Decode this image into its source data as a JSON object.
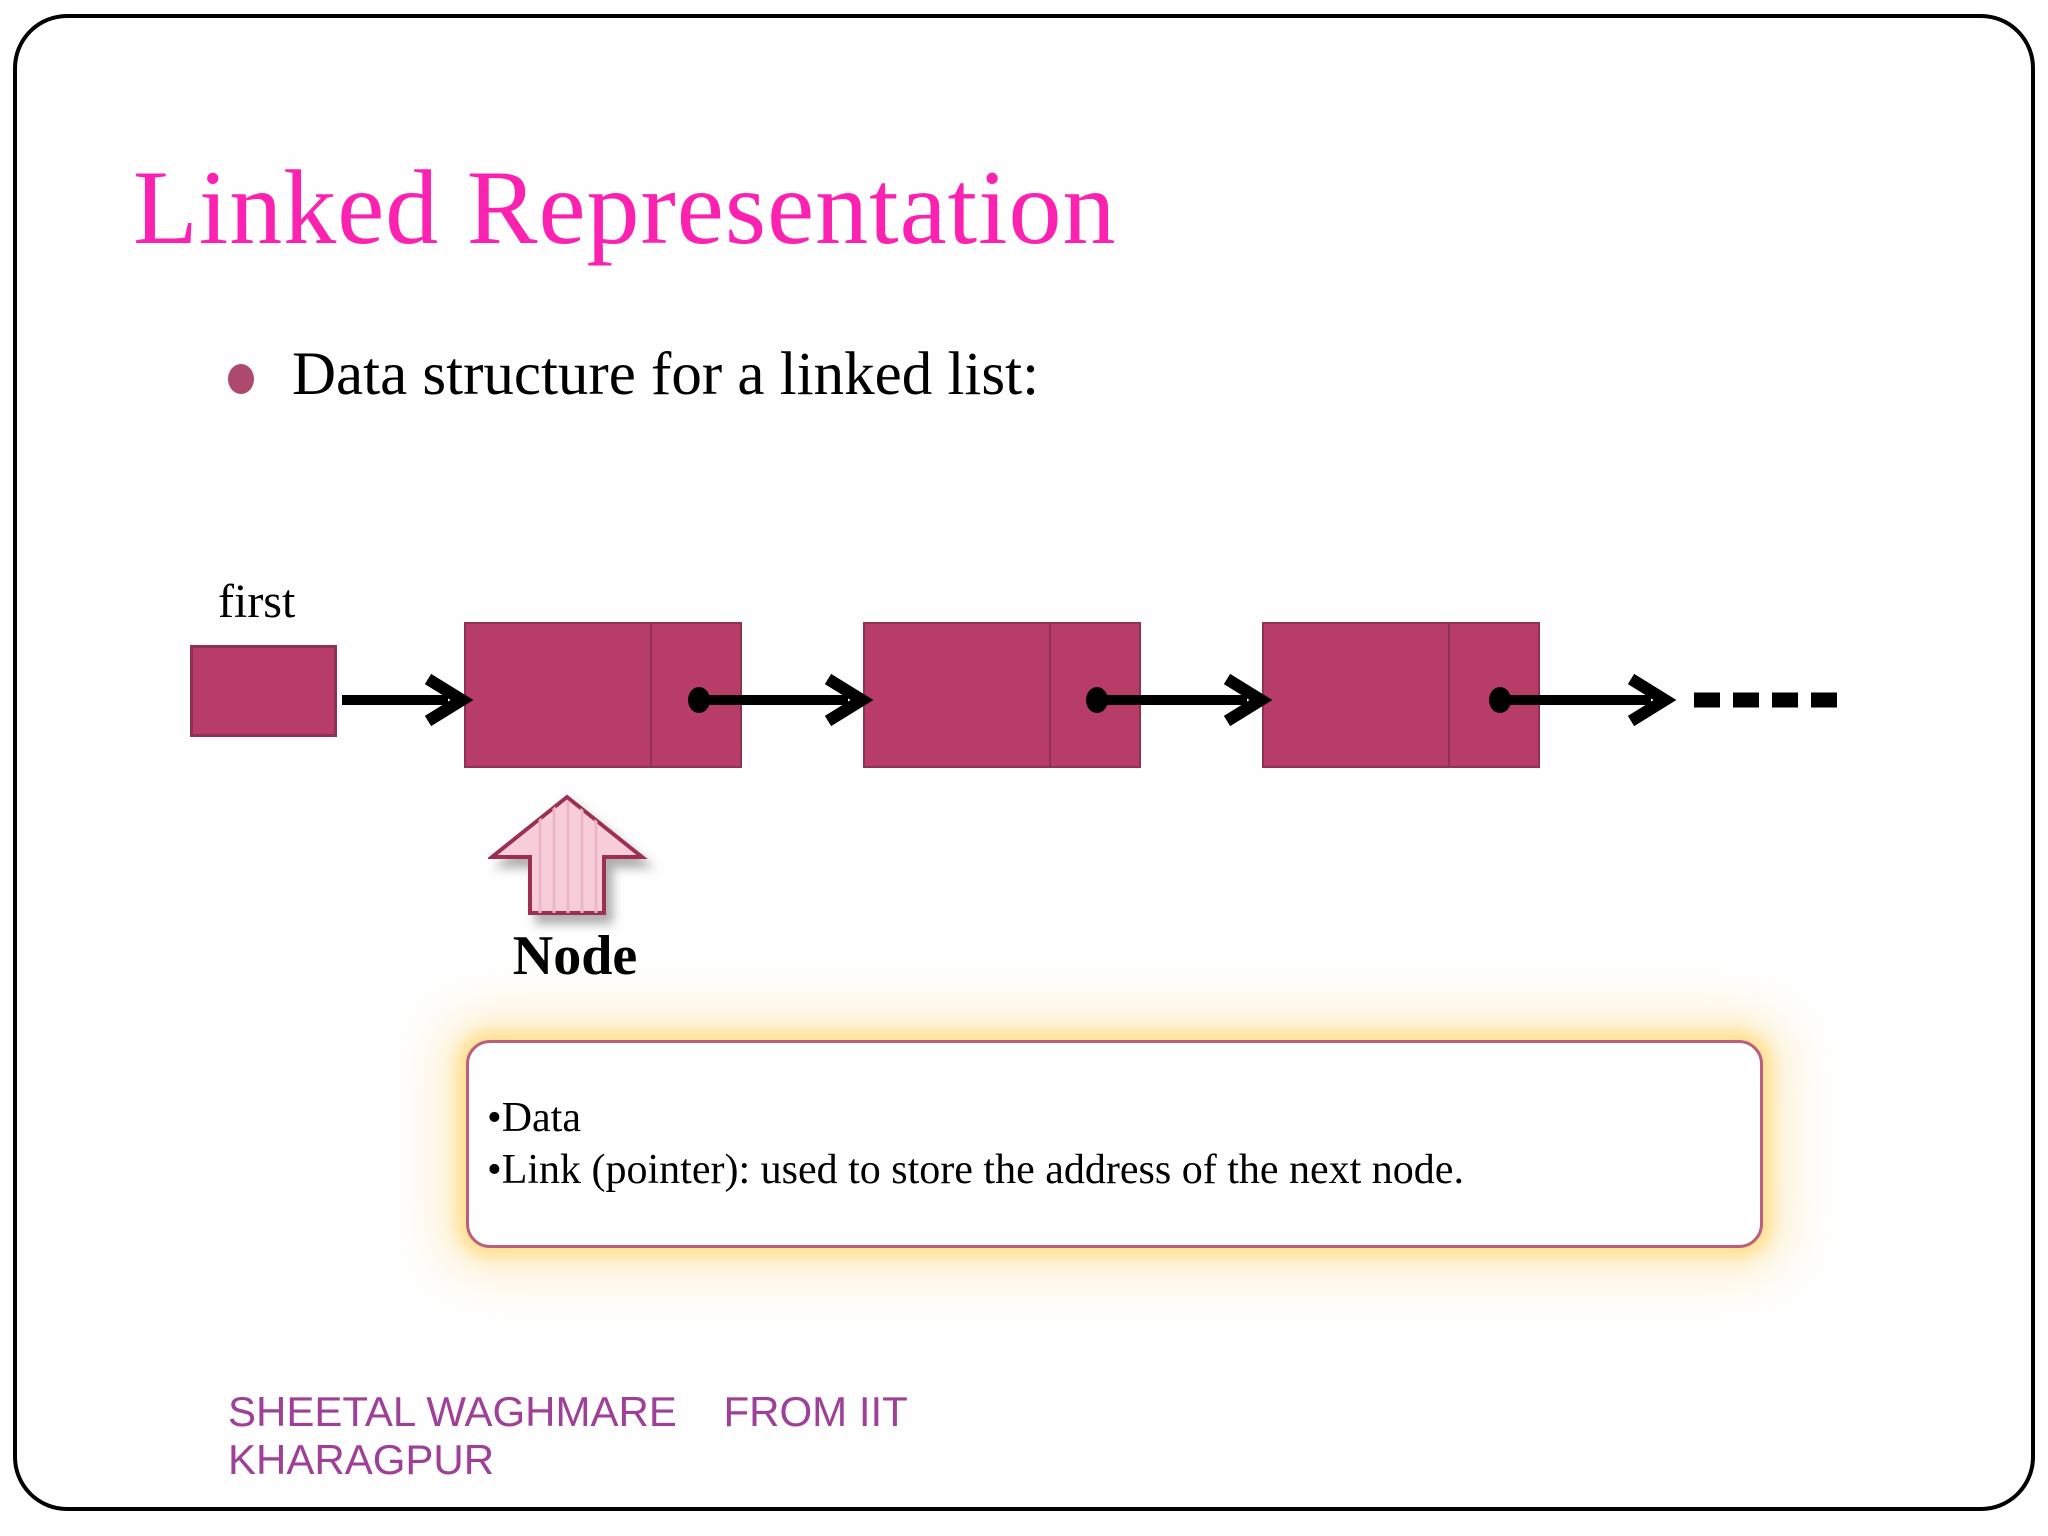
{
  "colors": {
    "title": "#fb22b1",
    "text": "#000000",
    "bullet_dot": "#ae4a6e",
    "box_fill": "#b73c68",
    "box_border": "#8e3152",
    "arrow": "#000000",
    "block_arrow_fill": "#f8cdda",
    "block_arrow_stripe": "#eab6ca",
    "block_arrow_border": "#9b3050",
    "callout_border": "#bb5f80",
    "callout_glow": "#ffe193",
    "footer": "#9e3f98",
    "slide_border": "#000000"
  },
  "slide": {
    "title": "Linked Representation",
    "bullet": "Data structure for a linked list:",
    "diagram": {
      "first_label": "first",
      "node_label": "Node"
    },
    "callout": {
      "lines": [
        "•Data",
        "•Link (pointer): used to store the address of the next node."
      ]
    },
    "footer": {
      "line1": "SHEETAL WAGHMARE    FROM IIT",
      "line2": "KHARAGPUR"
    }
  }
}
